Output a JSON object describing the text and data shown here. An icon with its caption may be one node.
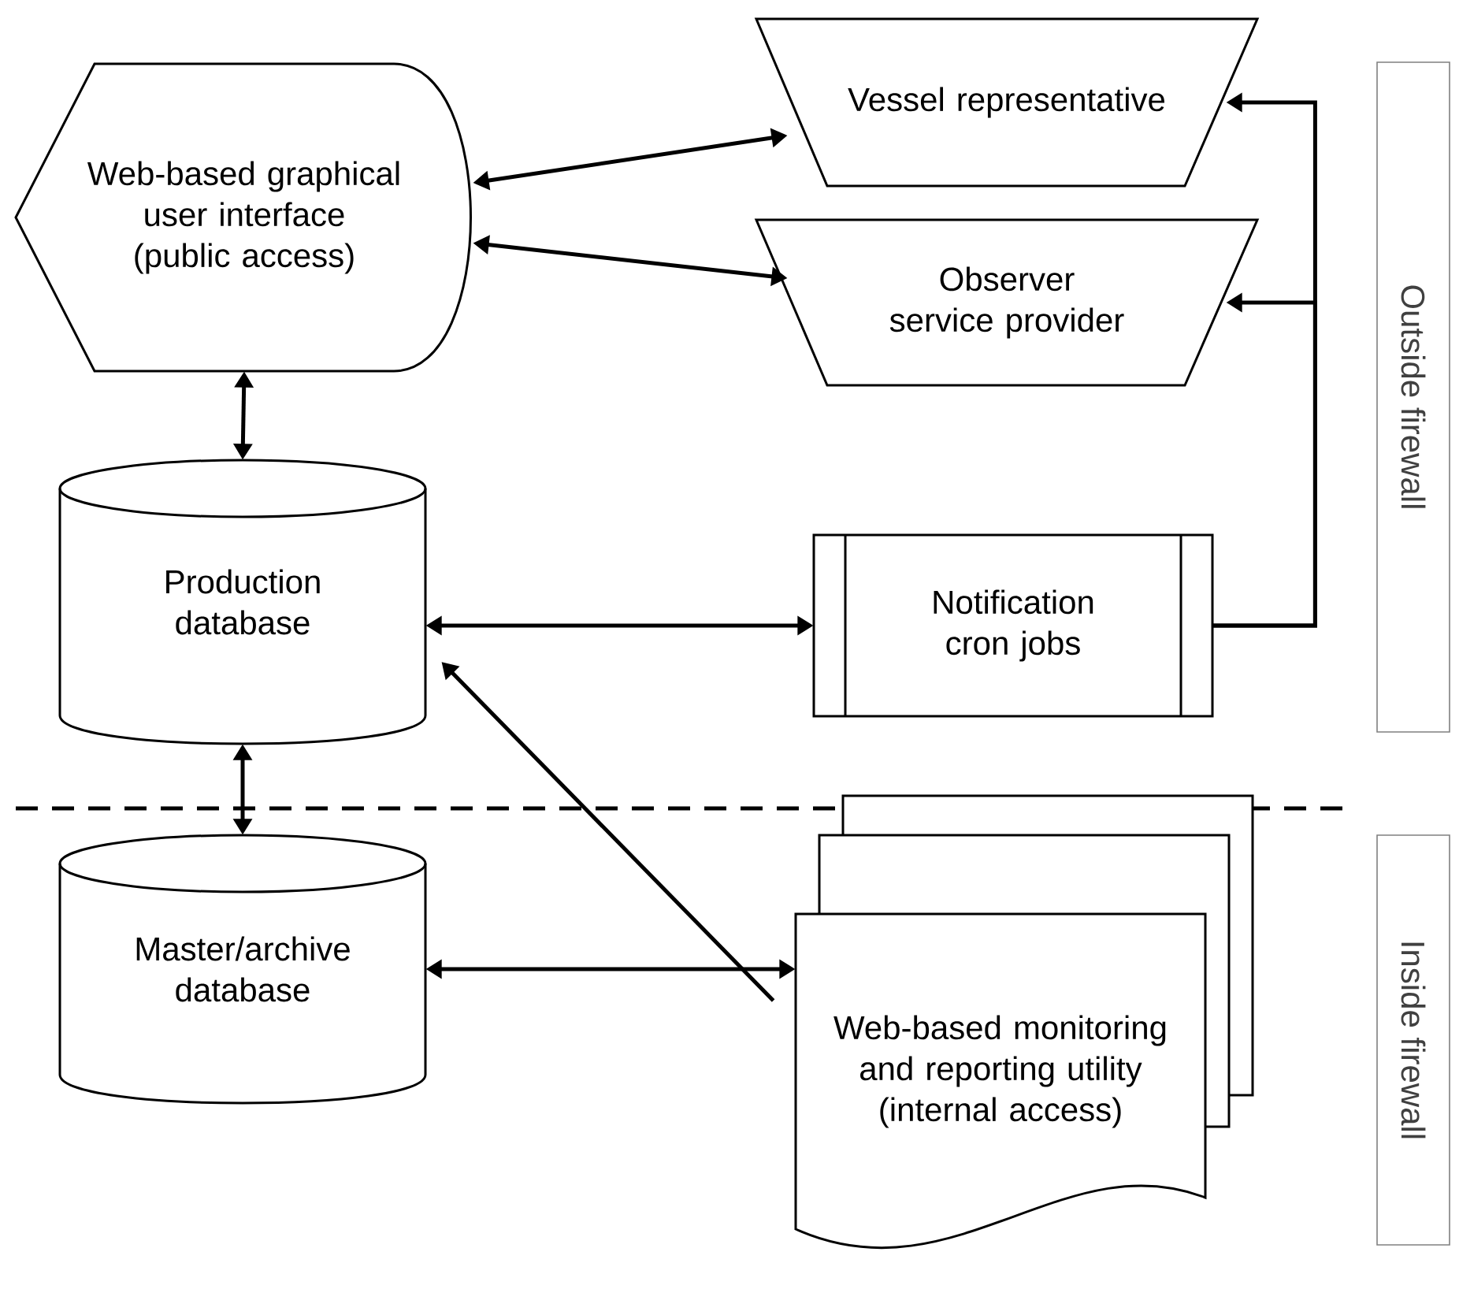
{
  "diagram": {
    "nodes": [
      {
        "text": [
          "Web-based graphical user interface (public access)"
        ]
      },
      {
        "text": [
          "Vessel representative"
        ]
      },
      {
        "text": [
          "Observer service provider"
        ]
      },
      {
        "text": [
          "Production database"
        ]
      },
      {
        "text": [
          "Notification cron jobs"
        ]
      },
      {
        "text": [
          "Master/archive database"
        ]
      },
      {
        "text": [
          "Web-based monitoring and reporting utility (internal access)"
        ]
      },
      {
        "text": [
          "Outside firewall"
        ]
      },
      {
        "text": [
          "Inside firewall"
        ]
      }
    ],
    "edges": [
      {
        "from": 0,
        "to": 1,
        "arrow": "both"
      },
      {
        "from": 0,
        "to": 2,
        "arrow": "both"
      },
      {
        "from": 0,
        "to": 3,
        "arrow": "both"
      },
      {
        "from": 3,
        "to": 4,
        "arrow": "both"
      },
      {
        "from": 4,
        "to": 1,
        "arrow": "to"
      },
      {
        "from": 4,
        "to": 2,
        "arrow": "to"
      },
      {
        "from": 3,
        "to": 5,
        "arrow": "both"
      },
      {
        "from": 6,
        "to": 3,
        "arrow": "to"
      },
      {
        "from": 5,
        "to": 6,
        "arrow": "both"
      }
    ]
  }
}
